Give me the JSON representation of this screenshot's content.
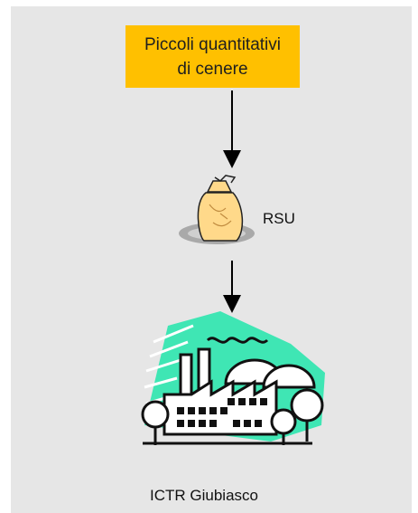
{
  "source": {
    "line1": "Piccoli quantitativi",
    "line2": "di cenere"
  },
  "waste": {
    "label": "RSU",
    "icon": "garbage-bag-icon"
  },
  "plant": {
    "label": "ICTR Giubiasco",
    "icon": "factory-icon"
  },
  "colors": {
    "background": "#e6e6e6",
    "source_box": "#ffc000",
    "plant_accent": "#3fe6b4",
    "bag_fill": "#ffd98a"
  }
}
